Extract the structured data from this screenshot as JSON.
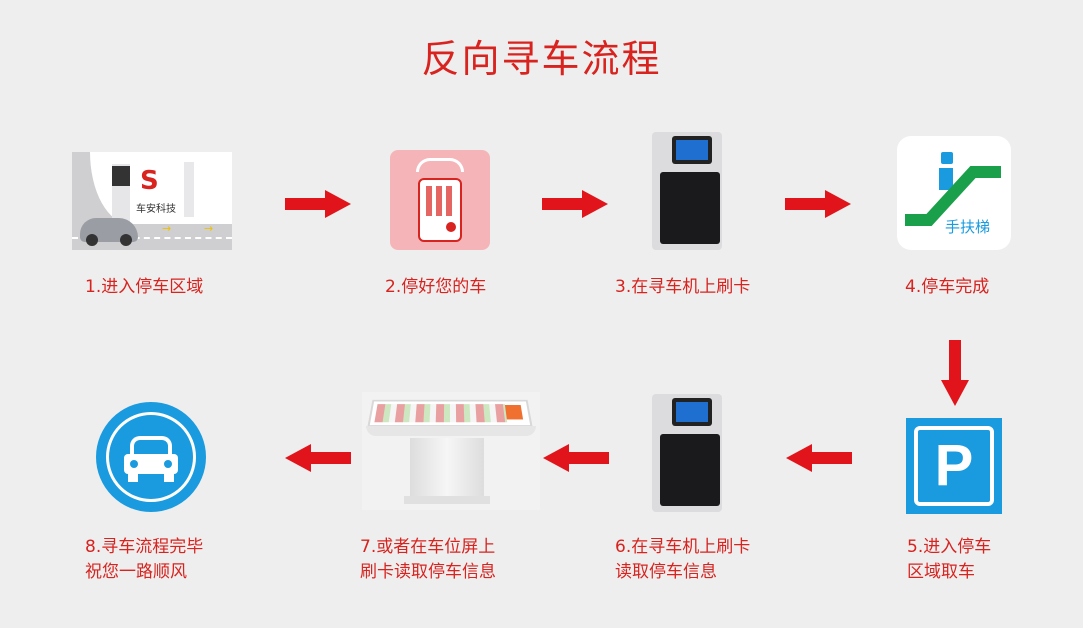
{
  "title": "反向寻车流程",
  "colors": {
    "accent": "#d8231f",
    "blue": "#1a9be0",
    "green": "#1aa04a"
  },
  "steps": [
    {
      "label": "1.进入停车区域",
      "logo_text": "车安科技",
      "icon": "parking-entrance-image"
    },
    {
      "label": "2.停好您的车",
      "icon": "rfid-card-icon"
    },
    {
      "label": "3.在寻车机上刷卡",
      "icon": "card-reader-image"
    },
    {
      "label": "4.停车完成",
      "badge": "手扶梯",
      "icon": "escalator-icon"
    },
    {
      "line1": "5.进入停车",
      "line2": "区域取车",
      "icon": "parking-sign-icon"
    },
    {
      "line1": "6.在寻车机上刷卡",
      "line2": "读取停车信息",
      "icon": "card-reader-image"
    },
    {
      "line1": "7.或者在车位屏上",
      "line2": "刷卡读取停车信息",
      "icon": "touch-kiosk-image"
    },
    {
      "line1": "8.寻车流程完毕",
      "line2": "祝您一路顺风",
      "icon": "car-circle-icon"
    }
  ]
}
